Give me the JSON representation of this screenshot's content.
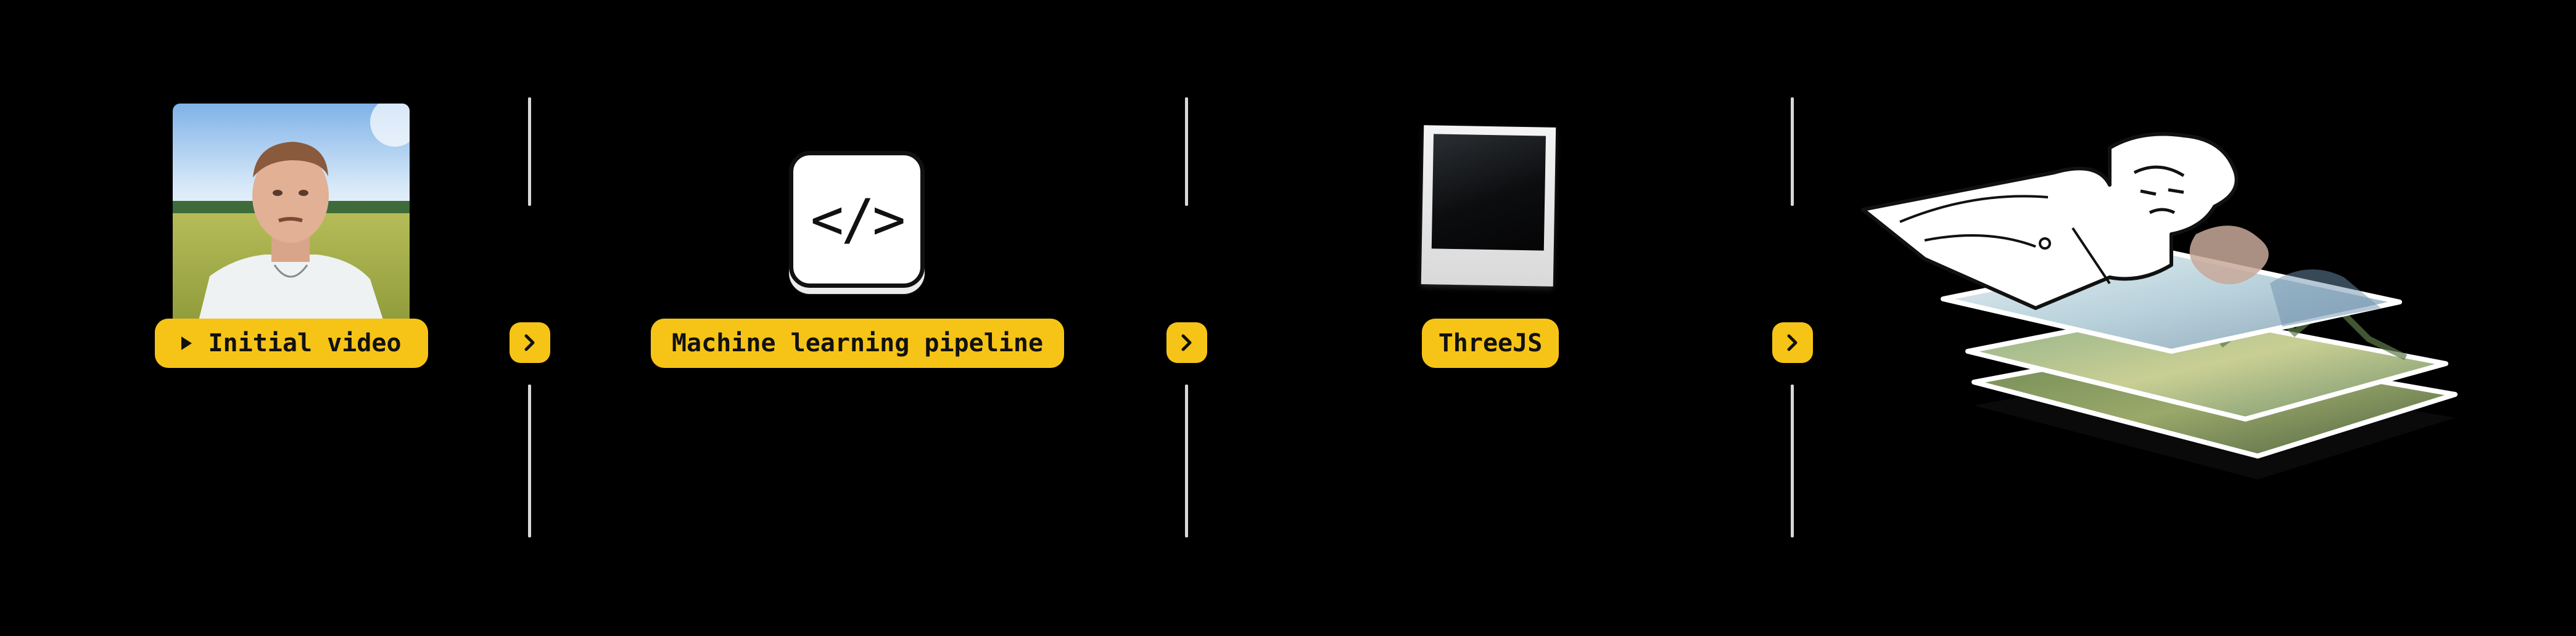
{
  "steps": [
    {
      "label": "Initial video"
    },
    {
      "label": "Machine learning pipeline"
    },
    {
      "label": "ThreeJS"
    }
  ],
  "code_symbol": "</>",
  "colors": {
    "accent": "#f6c416",
    "background": "#000000",
    "divider": "#d8d8d8"
  },
  "icons": [
    "play-icon",
    "code-icon",
    "chevron-right-icon"
  ]
}
